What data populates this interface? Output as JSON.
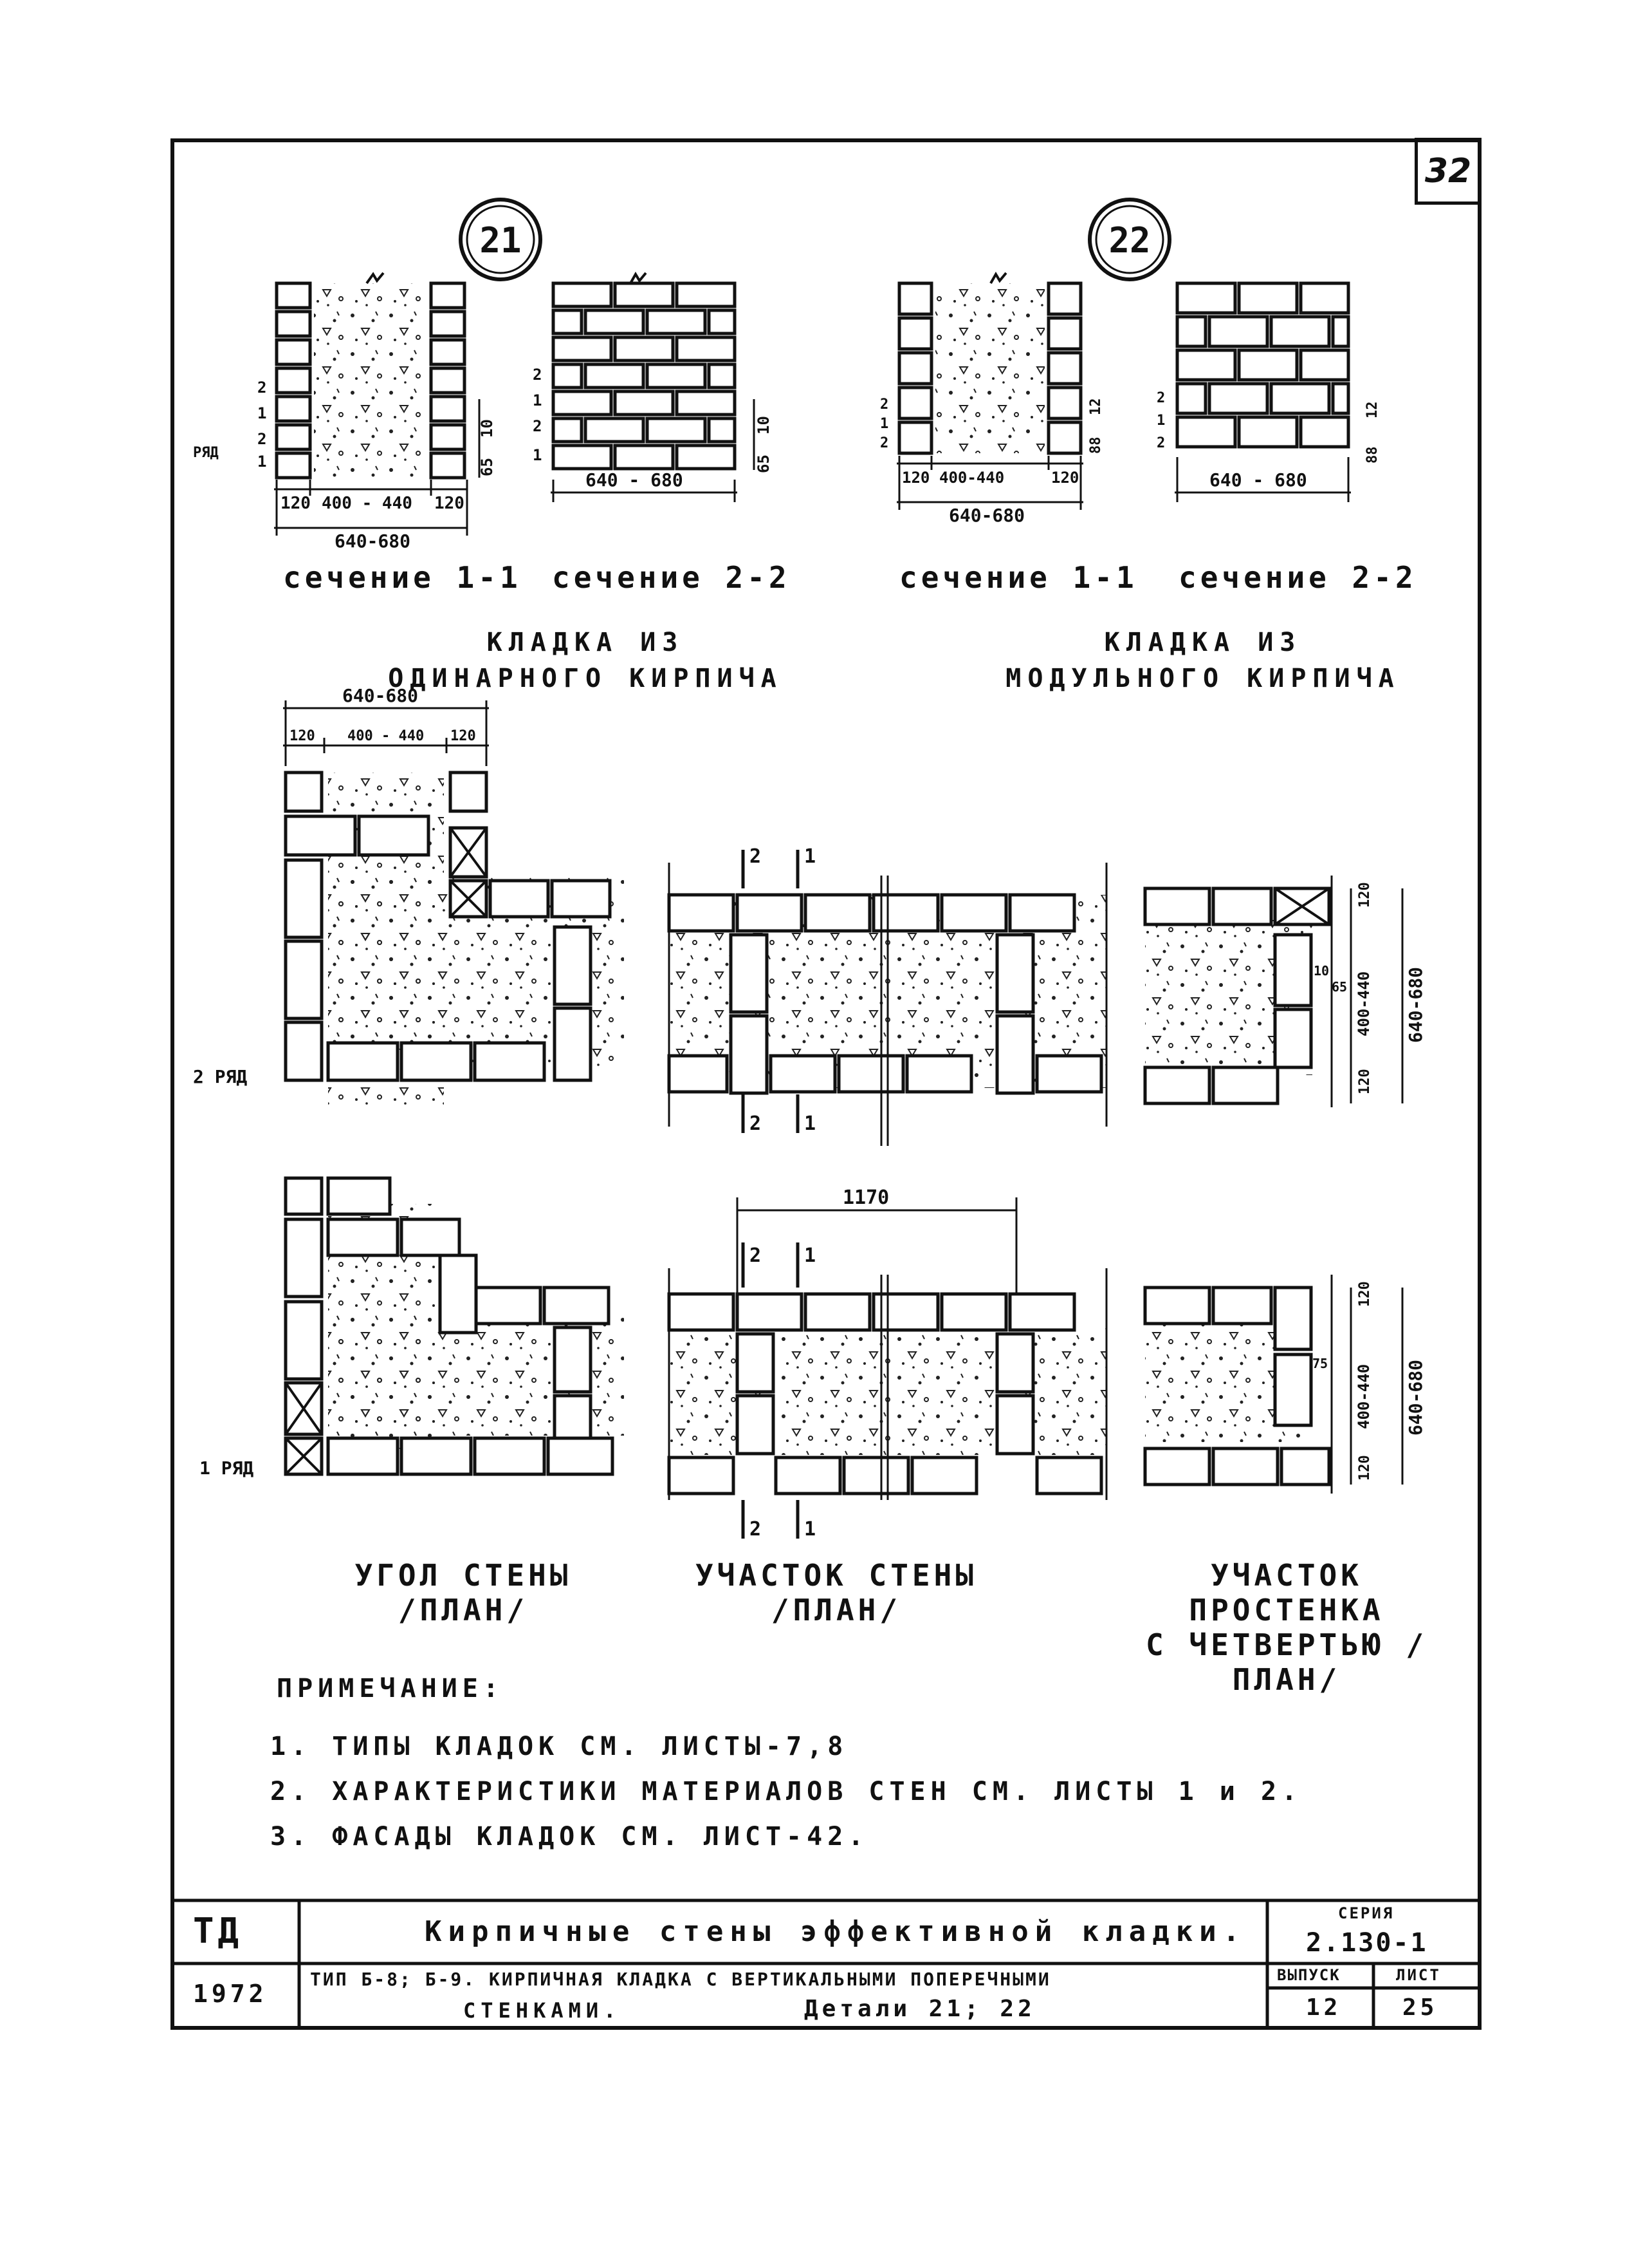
{
  "sheet_number": "32",
  "detail_21": {
    "badge": "21",
    "section_1_1": {
      "caption": "сечение 1-1",
      "rows_label": "РЯД",
      "row_marks": [
        "2",
        "1",
        "2",
        "1"
      ],
      "dim_left": "120",
      "dim_mid": "400 - 440",
      "dim_right": "120",
      "dim_total": "640-680",
      "dim_v1": "65",
      "dim_v2": "10"
    },
    "section_2_2": {
      "caption": "сечение 2-2",
      "row_marks": [
        "2",
        "1",
        "2",
        "1"
      ],
      "dim_total": "640 - 680",
      "dim_v1": "65",
      "dim_v2": "10"
    },
    "title": "КЛАДКА ИЗ ОДИНАРНОГО КИРПИЧА"
  },
  "detail_22": {
    "badge": "22",
    "section_1_1": {
      "caption": "сечение 1-1",
      "row_marks": [
        "2",
        "1",
        "2"
      ],
      "dim_left": "120",
      "dim_mid": "400-440",
      "dim_right": "120",
      "dim_total": "640-680",
      "dim_v1": "88",
      "dim_v2": "12"
    },
    "section_2_2": {
      "caption": "сечение 2-2",
      "row_marks": [
        "2",
        "1",
        "2"
      ],
      "dim_total": "640 - 680",
      "dim_v1": "88",
      "dim_v2": "12"
    },
    "title": "КЛАДКА ИЗ МОДУЛЬНОГО КИРПИЧА"
  },
  "plans": {
    "row2_label": "2 РЯД",
    "row1_label": "1 РЯД",
    "corner_dims": {
      "total": "640-680",
      "left": "120",
      "mid": "400 - 440",
      "right": "120"
    },
    "cut_marks": {
      "a": "2",
      "b": "1"
    },
    "span_dim": "1170",
    "pier_dims": {
      "top": "120",
      "mid": "400-440",
      "bottom": "120",
      "total": "640-680",
      "gap": "10",
      "notch_a": "65",
      "notch_b": "75"
    },
    "captions": {
      "corner": [
        "УГОЛ СТЕНЫ",
        "/ПЛАН/"
      ],
      "segment": [
        "УЧАСТОК СТЕНЫ",
        "/ПЛАН/"
      ],
      "pier": [
        "УЧАСТОК ПРОСТЕНКА",
        "С ЧЕТВЕРТЬЮ /ПЛАН/"
      ]
    }
  },
  "notes": {
    "heading": "ПРИМЕЧАНИЕ:",
    "items": [
      "1. ТИПЫ КЛАДОК СМ. ЛИСТЫ-7,8",
      "2. ХАРАКТЕРИСТИКИ МАТЕРИАЛОВ СТЕН СМ. ЛИСТЫ 1 и 2.",
      "3. ФАСАДЫ КЛАДОК СМ. ЛИСТ-42."
    ]
  },
  "title_block": {
    "org": "ТД",
    "year": "1972",
    "title": "Кирпичные стены эффективной кладки.",
    "subtitle_1": "ТИП Б-8; Б-9. КИРПИЧНАЯ КЛАДКА С ВЕРТИКАЛЬНЫМИ ПОПЕРЕЧНЫМИ",
    "subtitle_2": "СТЕНКАМИ.",
    "details": "Детали 21; 22",
    "series_label": "СЕРИЯ",
    "series": "2.130-1",
    "issue_label": "ВЫПУСК",
    "issue": "12",
    "sheet_label": "ЛИСТ",
    "sheet": "25"
  }
}
